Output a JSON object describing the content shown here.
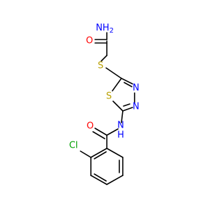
{
  "colors": {
    "carbon_bond": "#000000",
    "oxygen": "#ff0000",
    "nitrogen": "#0000ff",
    "sulfur": "#b8a000",
    "chlorine": "#00a000"
  },
  "atoms": {
    "amide_n": "NH",
    "amide_n_h_count": "2",
    "amide_o": "O",
    "thioether_s": "S",
    "ring_n1": "N",
    "ring_n2": "N",
    "ring_s": "S",
    "nh_n": "N",
    "nh_h": "H",
    "benzamide_o": "O",
    "chloro": "Cl"
  }
}
